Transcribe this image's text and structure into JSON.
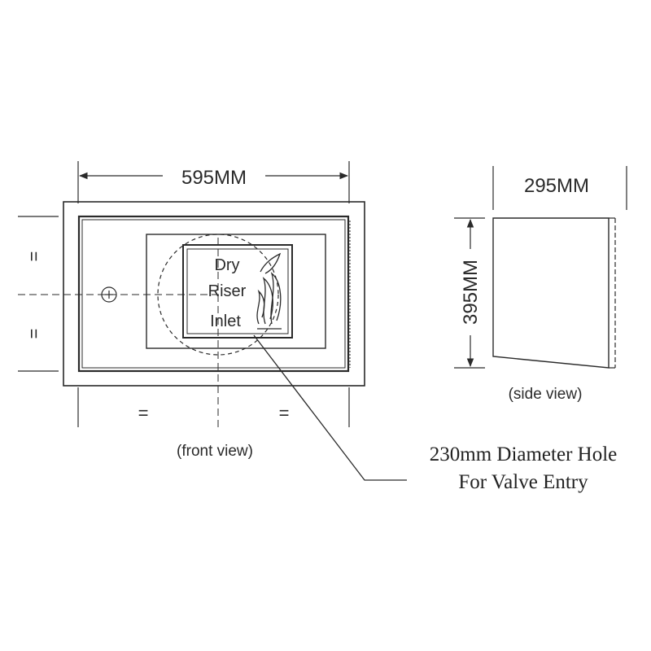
{
  "front_view": {
    "width_label": "595MM",
    "equal_mark": "=",
    "panel_lines": [
      "Dry",
      "Riser",
      "Inlet"
    ],
    "caption": "(front view)"
  },
  "side_view": {
    "depth_label": "295MM",
    "height_label": "395MM",
    "caption": "(side view)"
  },
  "callout": {
    "line1": "230mm Diameter Hole",
    "line2": "For Valve Entry"
  },
  "colors": {
    "line": "#2a2a2a",
    "background": "#ffffff"
  }
}
